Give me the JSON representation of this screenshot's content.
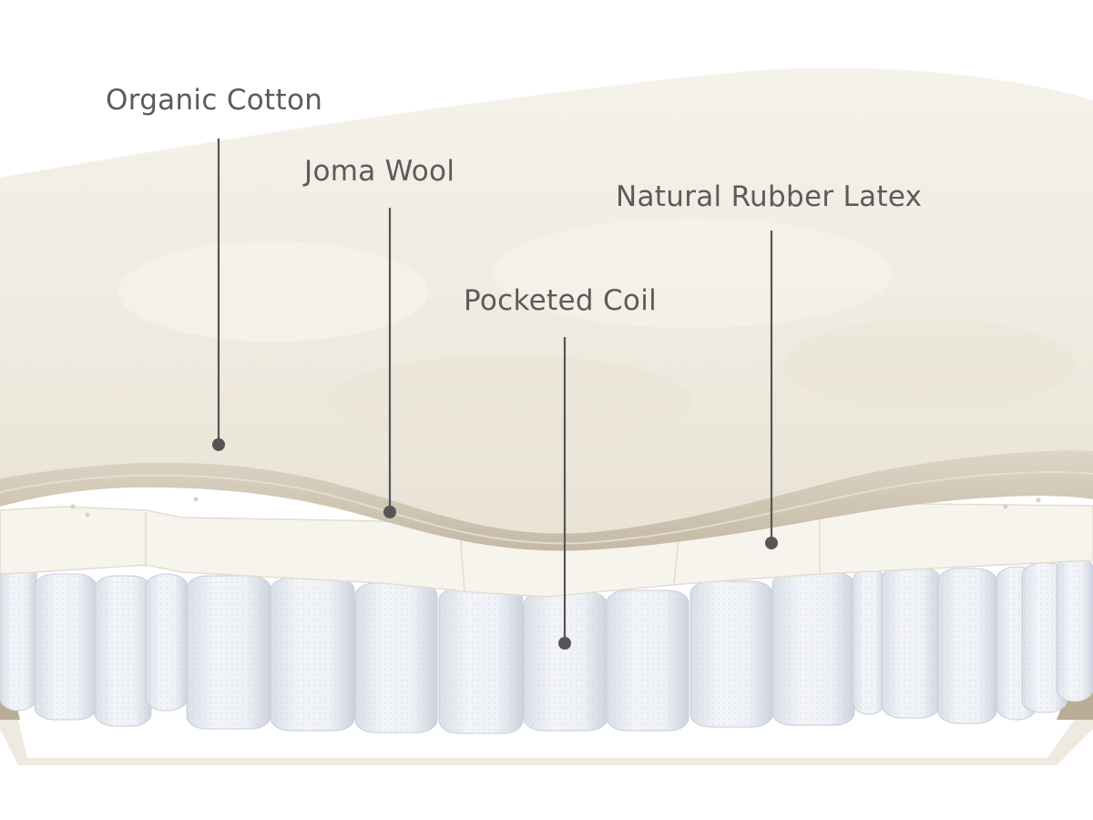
{
  "layers": [
    {
      "id": "organic-cotton",
      "label": "Organic Cotton"
    },
    {
      "id": "joma-wool",
      "label": "Joma Wool"
    },
    {
      "id": "natural-rubber-latex",
      "label": "Natural Rubber Latex"
    },
    {
      "id": "pocketed-coil",
      "label": "Pocketed Coil"
    }
  ],
  "colors": {
    "background": "#ffffff",
    "cotton": "#f2eee4",
    "wool_edge": "#c9bfae",
    "latex": "#f6f3ec",
    "coil_fabric": "#e9edf3",
    "leader_line": "#555555",
    "label_text": "#5b5b5b"
  }
}
